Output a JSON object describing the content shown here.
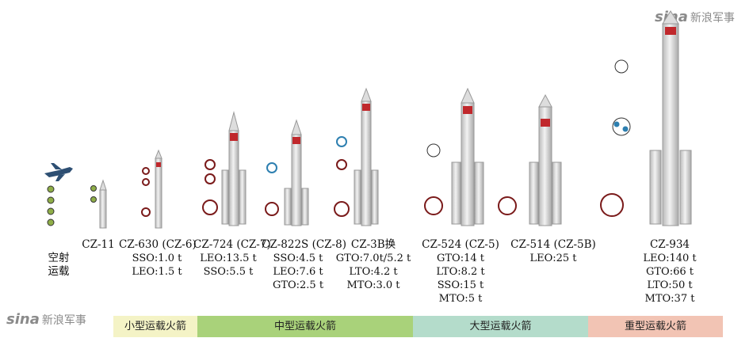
{
  "watermark": {
    "logo": "sina",
    "text": "新浪军事"
  },
  "rockets": [
    {
      "name": "空射\n运载",
      "specs": []
    },
    {
      "name": "CZ-11",
      "specs": []
    },
    {
      "name": "CZ-630 (CZ-6)",
      "specs": [
        "SSO:1.0 t",
        "LEO:1.5 t"
      ]
    },
    {
      "name": "CZ-724 (CZ-7)",
      "specs": [
        "LEO:13.5 t",
        "SSO:5.5 t"
      ]
    },
    {
      "name": "CZ-822S (CZ-8)",
      "specs": [
        "SSO:4.5 t",
        "LEO:7.6 t",
        "GTO:2.5 t"
      ]
    },
    {
      "name": "CZ-3B换",
      "specs": [
        "GTO:7.0t/5.2 t",
        "LTO:4.2 t",
        "MTO:3.0 t"
      ]
    },
    {
      "name": "CZ-524 (CZ-5)",
      "specs": [
        "GTO:14 t",
        "LTO:8.2 t",
        "SSO:15 t",
        "MTO:5 t"
      ]
    },
    {
      "name": "CZ-514 (CZ-5B)",
      "specs": [
        "LEO:25 t"
      ]
    },
    {
      "name": "CZ-934",
      "specs": [
        "LEO:140 t",
        "GTO:66 t",
        "LTO:50 t",
        "MTO:37 t"
      ]
    }
  ],
  "categories": [
    {
      "label": "小型运载火箭",
      "color": "#f4f3c6"
    },
    {
      "label": "中型运载火箭",
      "color": "#a9d27a"
    },
    {
      "label": "大型运载火箭",
      "color": "#b4dccb"
    },
    {
      "label": "重型运载火箭",
      "color": "#f2c4b4"
    }
  ],
  "colors": {
    "rocket_body": "#dedede",
    "accent_red": "#c0282c",
    "cross_section": "#7a1a1a",
    "satellite_blue": "#2d7fb0"
  }
}
